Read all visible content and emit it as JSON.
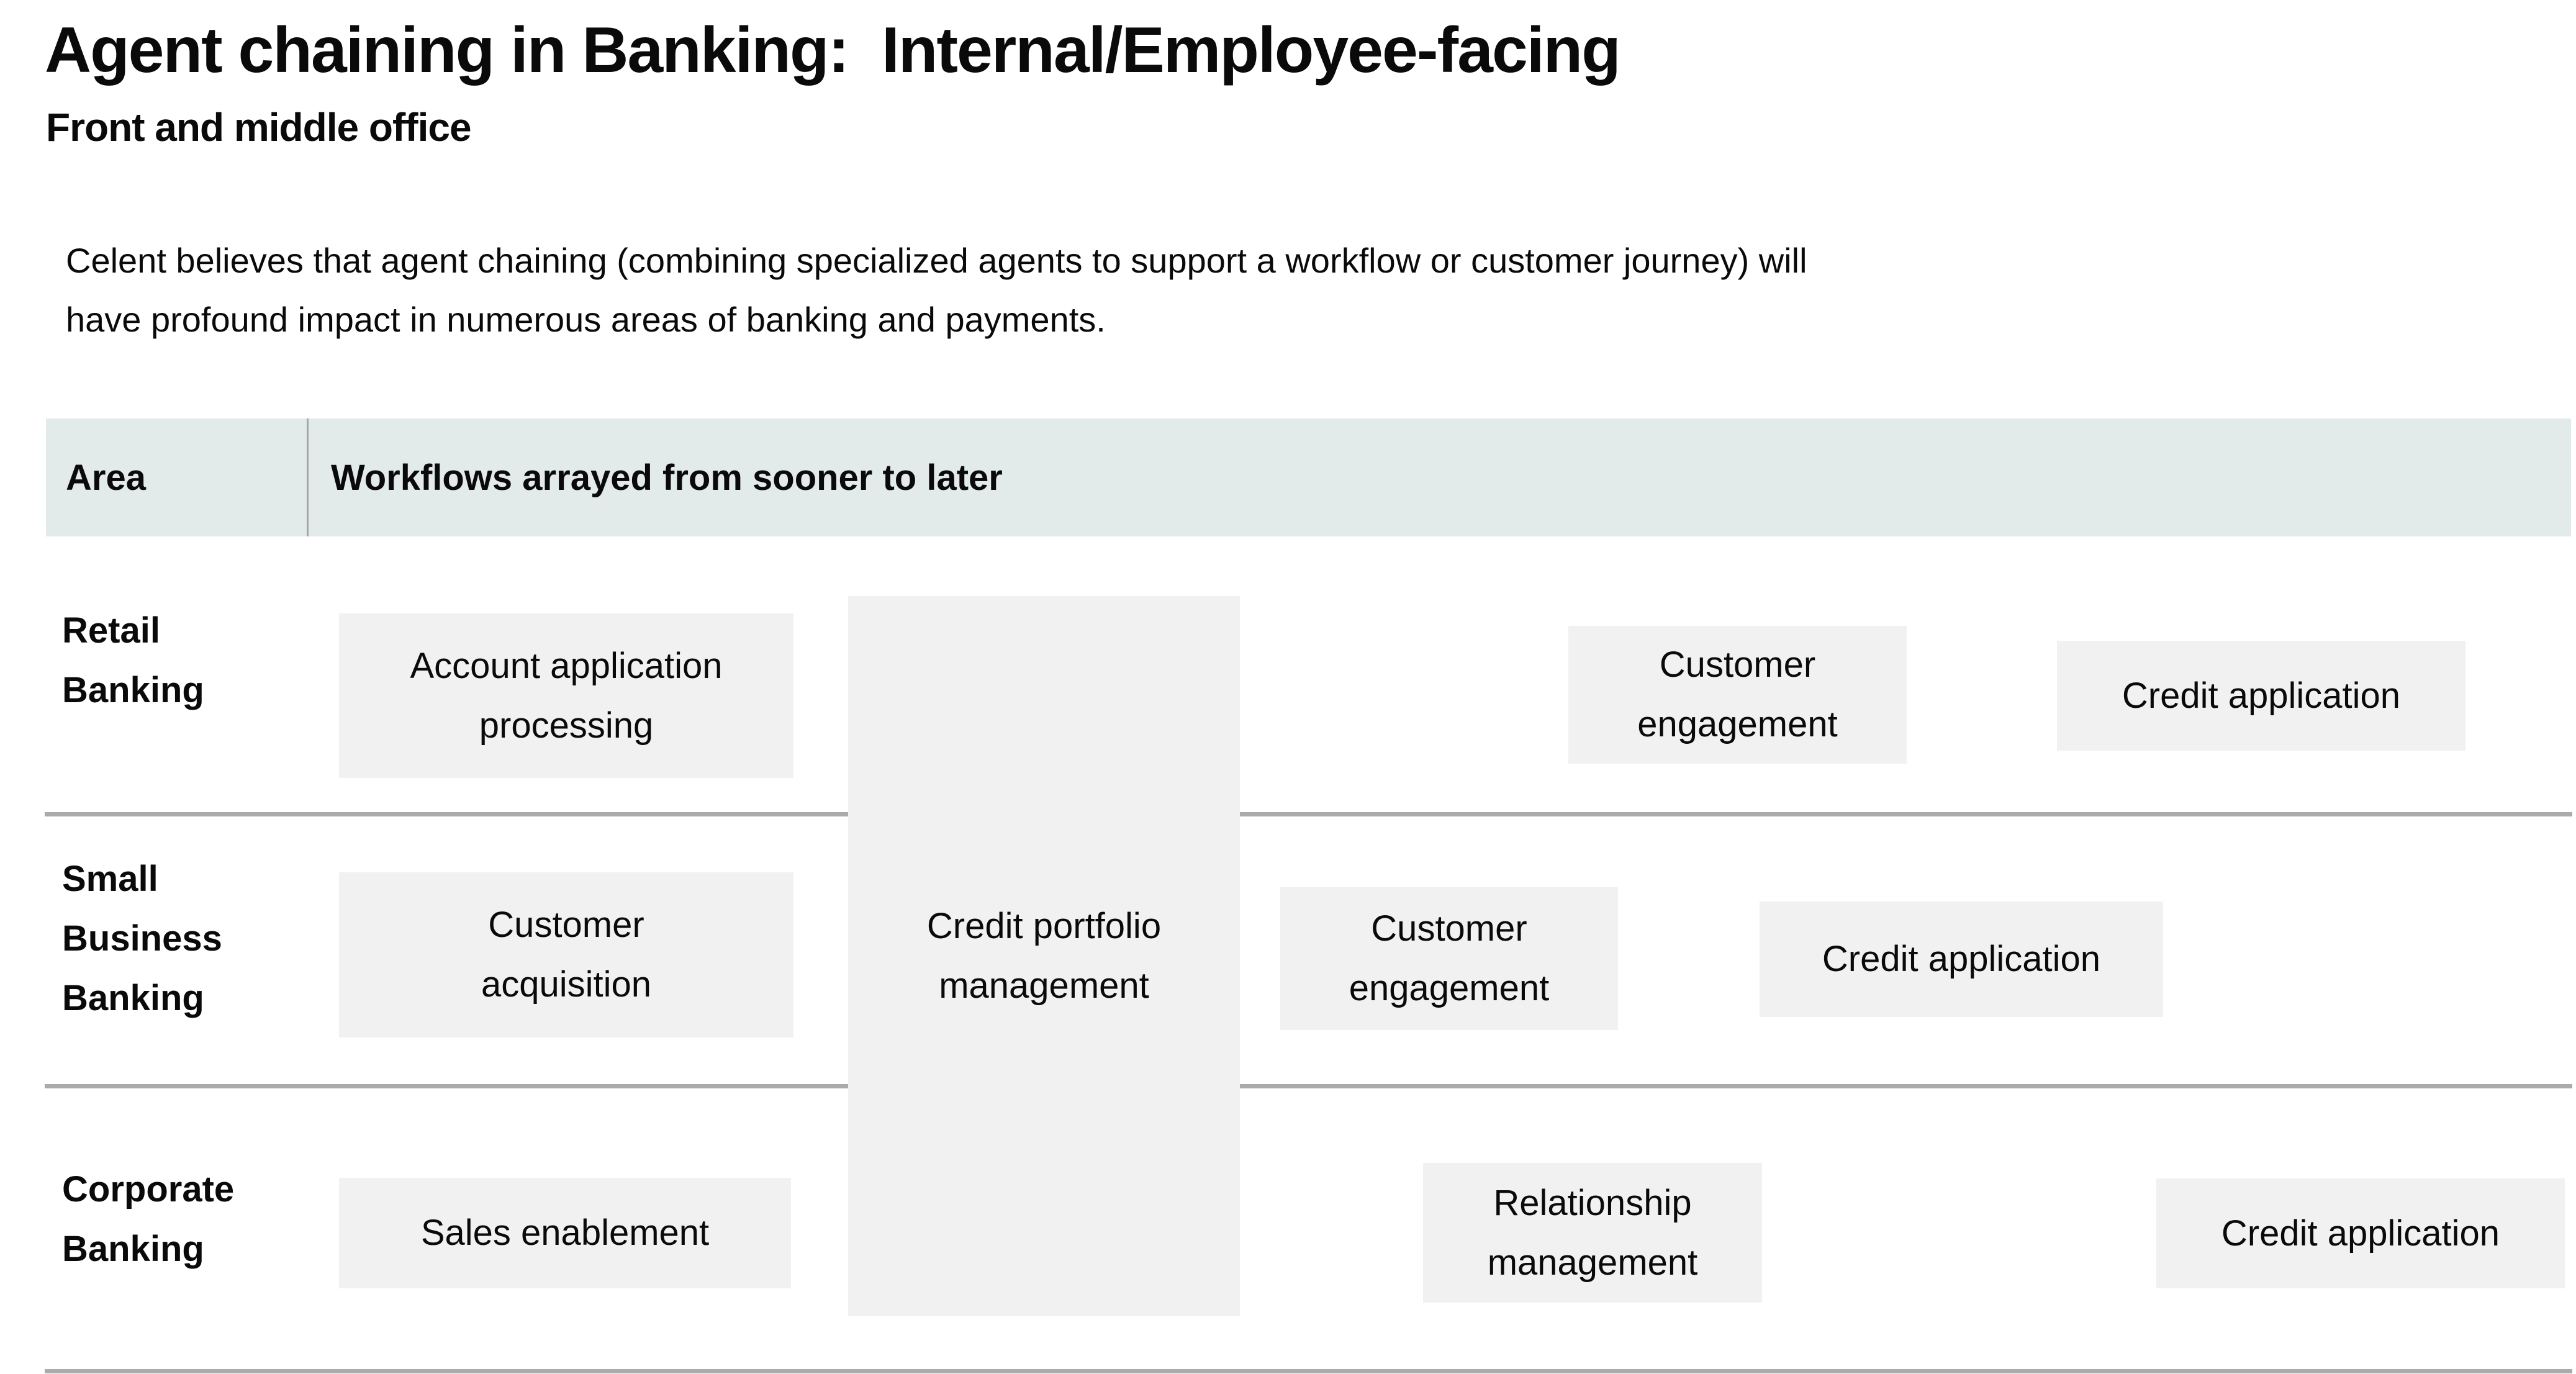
{
  "page": {
    "title": "Agent chaining in Banking:  Internal/Employee-facing",
    "subtitle": "Front and middle office",
    "description_lines": [
      "Celent believes that agent chaining (combining specialized agents to support a workflow or customer journey) will",
      "have profound impact in numerous areas of banking and payments."
    ]
  },
  "table": {
    "header": {
      "area_label": "Area",
      "workflows_label": "Workflows arrayed from sooner to later"
    },
    "shared_workflow": "Credit portfolio management",
    "rows": [
      {
        "area": "Retail Banking",
        "workflows": [
          "Account application processing",
          "Customer engagement",
          "Credit application"
        ]
      },
      {
        "area": "Small Business Banking",
        "workflows": [
          "Customer acquisition",
          "Customer engagement",
          "Credit application"
        ]
      },
      {
        "area": "Corporate Banking",
        "workflows": [
          "Sales enablement",
          "Relationship management",
          "Credit application"
        ]
      }
    ]
  },
  "colors": {
    "header_band_bg": "#e2eaea",
    "workflow_box_bg": "#f1f1f1",
    "separator_line": "#ababab",
    "text": "#0a0a0a"
  }
}
